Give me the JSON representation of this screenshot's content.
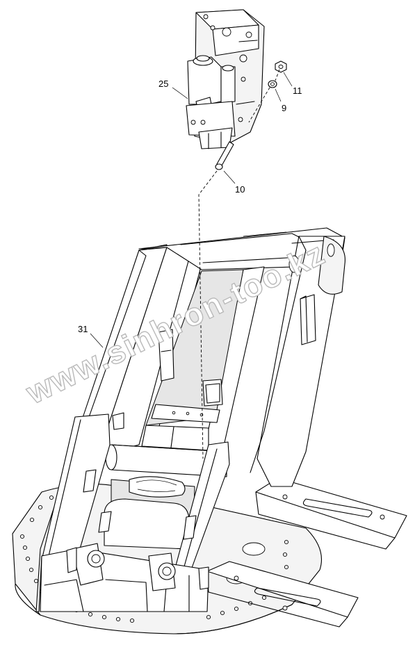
{
  "callouts": [
    {
      "id": "c25",
      "text": "25"
    },
    {
      "id": "c11",
      "text": "11"
    },
    {
      "id": "c9",
      "text": "9"
    },
    {
      "id": "c10",
      "text": "10"
    },
    {
      "id": "c31",
      "text": "31"
    }
  ],
  "watermark": "www.sinhron-too.kz",
  "colors": {
    "line": "#000000",
    "watermark_outline": "#b9b9b9",
    "background": "#ffffff"
  }
}
